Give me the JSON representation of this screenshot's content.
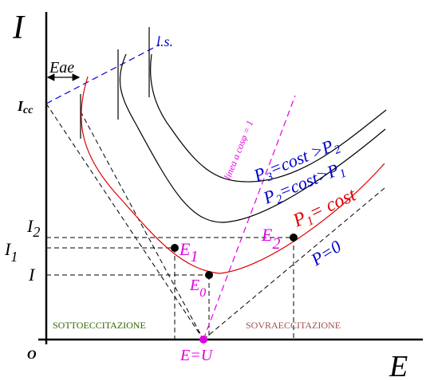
{
  "axes": {
    "y_label": "I",
    "x_label": "E",
    "origin_label": "O"
  },
  "y_ticks": {
    "icc": "I",
    "icc_sub": "cc",
    "i2": "I",
    "i2_sub": "2",
    "i1": "I",
    "i1_sub": "1",
    "i": "I"
  },
  "annotations": {
    "eae": "Eae",
    "ls": "l.s.",
    "cos_line": "linea a cosφ = 1",
    "e_eq_u": "E=U",
    "e1": "E",
    "e1_sub": "1",
    "e2": "E",
    "e2_sub": "2",
    "e0": "E",
    "e0_sub": "0"
  },
  "curves": {
    "p3": {
      "a": "P",
      "b": "3",
      "c": "=cost >P",
      "d": "2"
    },
    "p2": {
      "a": "P",
      "b": "2",
      "c": "=cost>P",
      "d": "1"
    },
    "p1": {
      "a": "P",
      "b": "1",
      "c": "= cost"
    },
    "p0": "P=0"
  },
  "regions": {
    "under": "SOTTOECCITAZIONE",
    "over": "SOVRAECCITAZIONE"
  },
  "colors": {
    "axis": "#000000",
    "blue": "#0000cc",
    "red": "#e00000",
    "magenta": "#e000e0",
    "green": "#336600",
    "brown": "#a05050"
  }
}
